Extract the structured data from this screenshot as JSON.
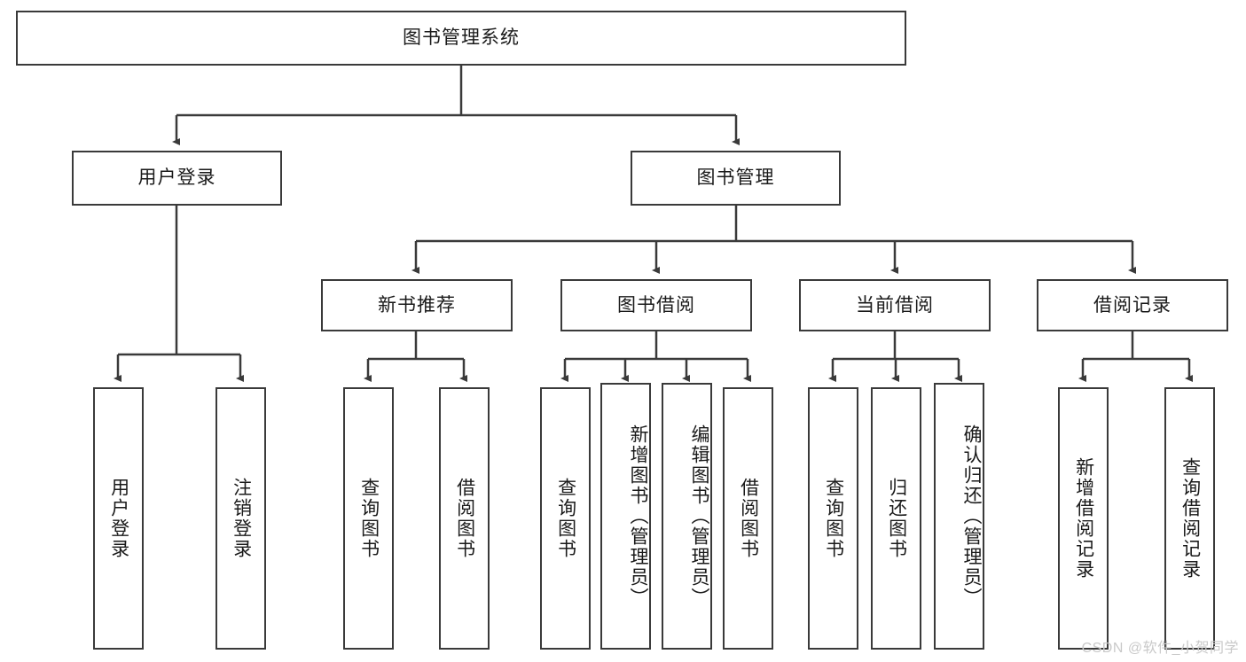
{
  "diagram": {
    "title": "图书管理系统",
    "watermark": "CSDN @软件_小贺同学",
    "root": {
      "label": "图书管理系统"
    },
    "level1": [
      {
        "label": "用户登录"
      },
      {
        "label": "图书管理"
      }
    ],
    "level2": [
      {
        "label": "新书推荐"
      },
      {
        "label": "图书借阅"
      },
      {
        "label": "当前借阅"
      },
      {
        "label": "借阅记录"
      }
    ],
    "leaves": {
      "user_login": [
        {
          "label": "用户登录"
        },
        {
          "label": "注销登录"
        }
      ],
      "new_book_recommend": [
        {
          "label": "查询图书"
        },
        {
          "label": "借阅图书"
        }
      ],
      "book_borrow": [
        {
          "label": "查询图书"
        },
        {
          "label": "新增图书（管理员）"
        },
        {
          "label": "编辑图书（管理员）"
        },
        {
          "label": "借阅图书"
        }
      ],
      "current_borrow": [
        {
          "label": "查询图书"
        },
        {
          "label": "归还图书"
        },
        {
          "label": "确认归还（管理员）"
        }
      ],
      "borrow_record": [
        {
          "label": "新增借阅记录"
        },
        {
          "label": "查询借阅记录"
        }
      ]
    },
    "colors": {
      "stroke": "#3a3a3a",
      "text": "#1a1a1a",
      "background": "#ffffff",
      "watermark": "#c9c9c9"
    }
  }
}
